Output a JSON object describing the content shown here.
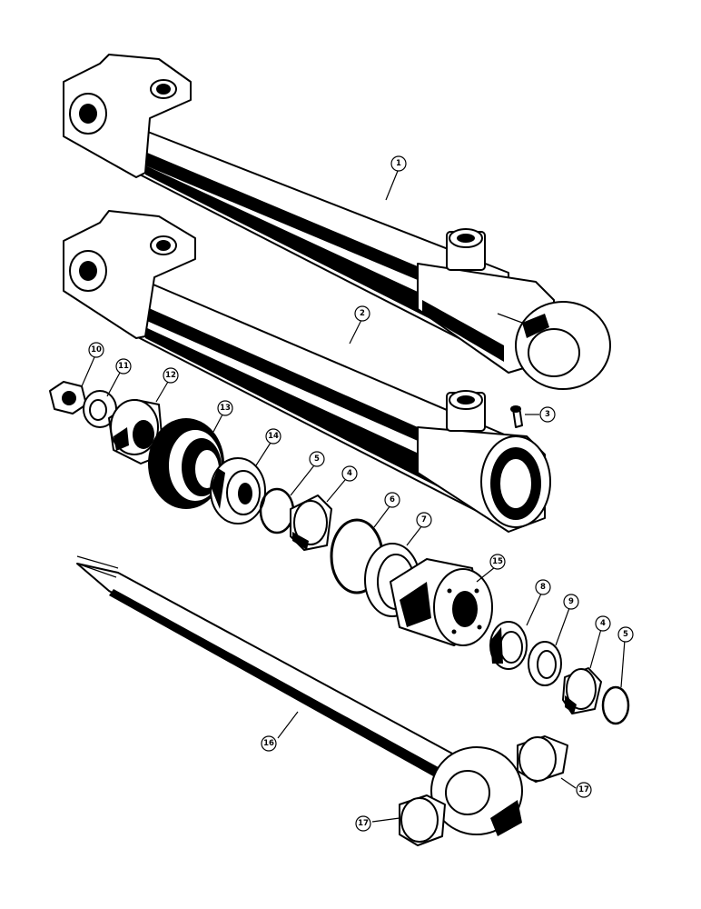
{
  "diagram": {
    "callouts": [
      {
        "id": "c1",
        "label": "1"
      },
      {
        "id": "c2",
        "label": "2"
      },
      {
        "id": "c3",
        "label": "3"
      },
      {
        "id": "c4a",
        "label": "4"
      },
      {
        "id": "c4b",
        "label": "4"
      },
      {
        "id": "c5a",
        "label": "5"
      },
      {
        "id": "c5b",
        "label": "5"
      },
      {
        "id": "c6",
        "label": "6"
      },
      {
        "id": "c7",
        "label": "7"
      },
      {
        "id": "c8",
        "label": "8"
      },
      {
        "id": "c9",
        "label": "9"
      },
      {
        "id": "c10",
        "label": "10"
      },
      {
        "id": "c11",
        "label": "11"
      },
      {
        "id": "c12",
        "label": "12"
      },
      {
        "id": "c13",
        "label": "13"
      },
      {
        "id": "c14",
        "label": "14"
      },
      {
        "id": "c15",
        "label": "15"
      },
      {
        "id": "c16",
        "label": "16"
      },
      {
        "id": "c17a",
        "label": "17"
      },
      {
        "id": "c17b",
        "label": "17"
      }
    ]
  }
}
